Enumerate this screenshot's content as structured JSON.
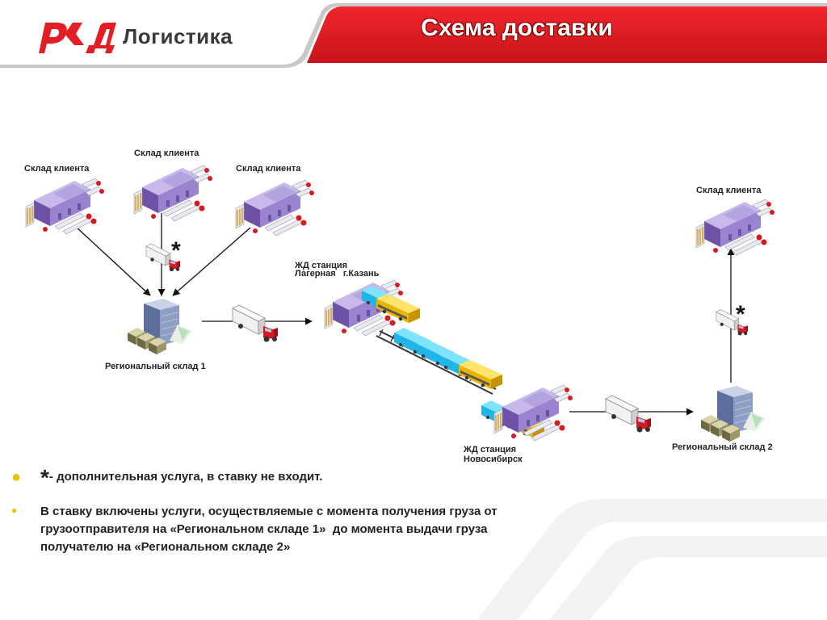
{
  "header": {
    "logo_text": "Логистика",
    "title": "Схема доставки"
  },
  "nodes": {
    "client_1": "Склад клиента",
    "client_2": "Склад клиента",
    "client_3": "Склад клиента",
    "client_4": "Склад клиента",
    "station_kazan": [
      "ЖД станция",
      "Лагерная   г.Казань"
    ],
    "station_nsk": [
      "ЖД станция",
      "Новосибирск"
    ],
    "regional_1": "Региональный склад 1",
    "regional_2": "Региональный склад 2"
  },
  "marks": {
    "optional_star": "*"
  },
  "notes": {
    "star_symbol": "*",
    "note_1": "- дополнительная услуга, в ставку не входит.",
    "note_2_lines": [
      "В ставку включены услуги, осуществляемые с момента получения груза от",
      "грузоотправителя на «Региональном складе 1»  до момента выдачи груза",
      "получателю на «Региональном складе 2»"
    ]
  },
  "colors": {
    "brand_red": "#e31e24",
    "bullet_yellow": "#e8c400"
  }
}
